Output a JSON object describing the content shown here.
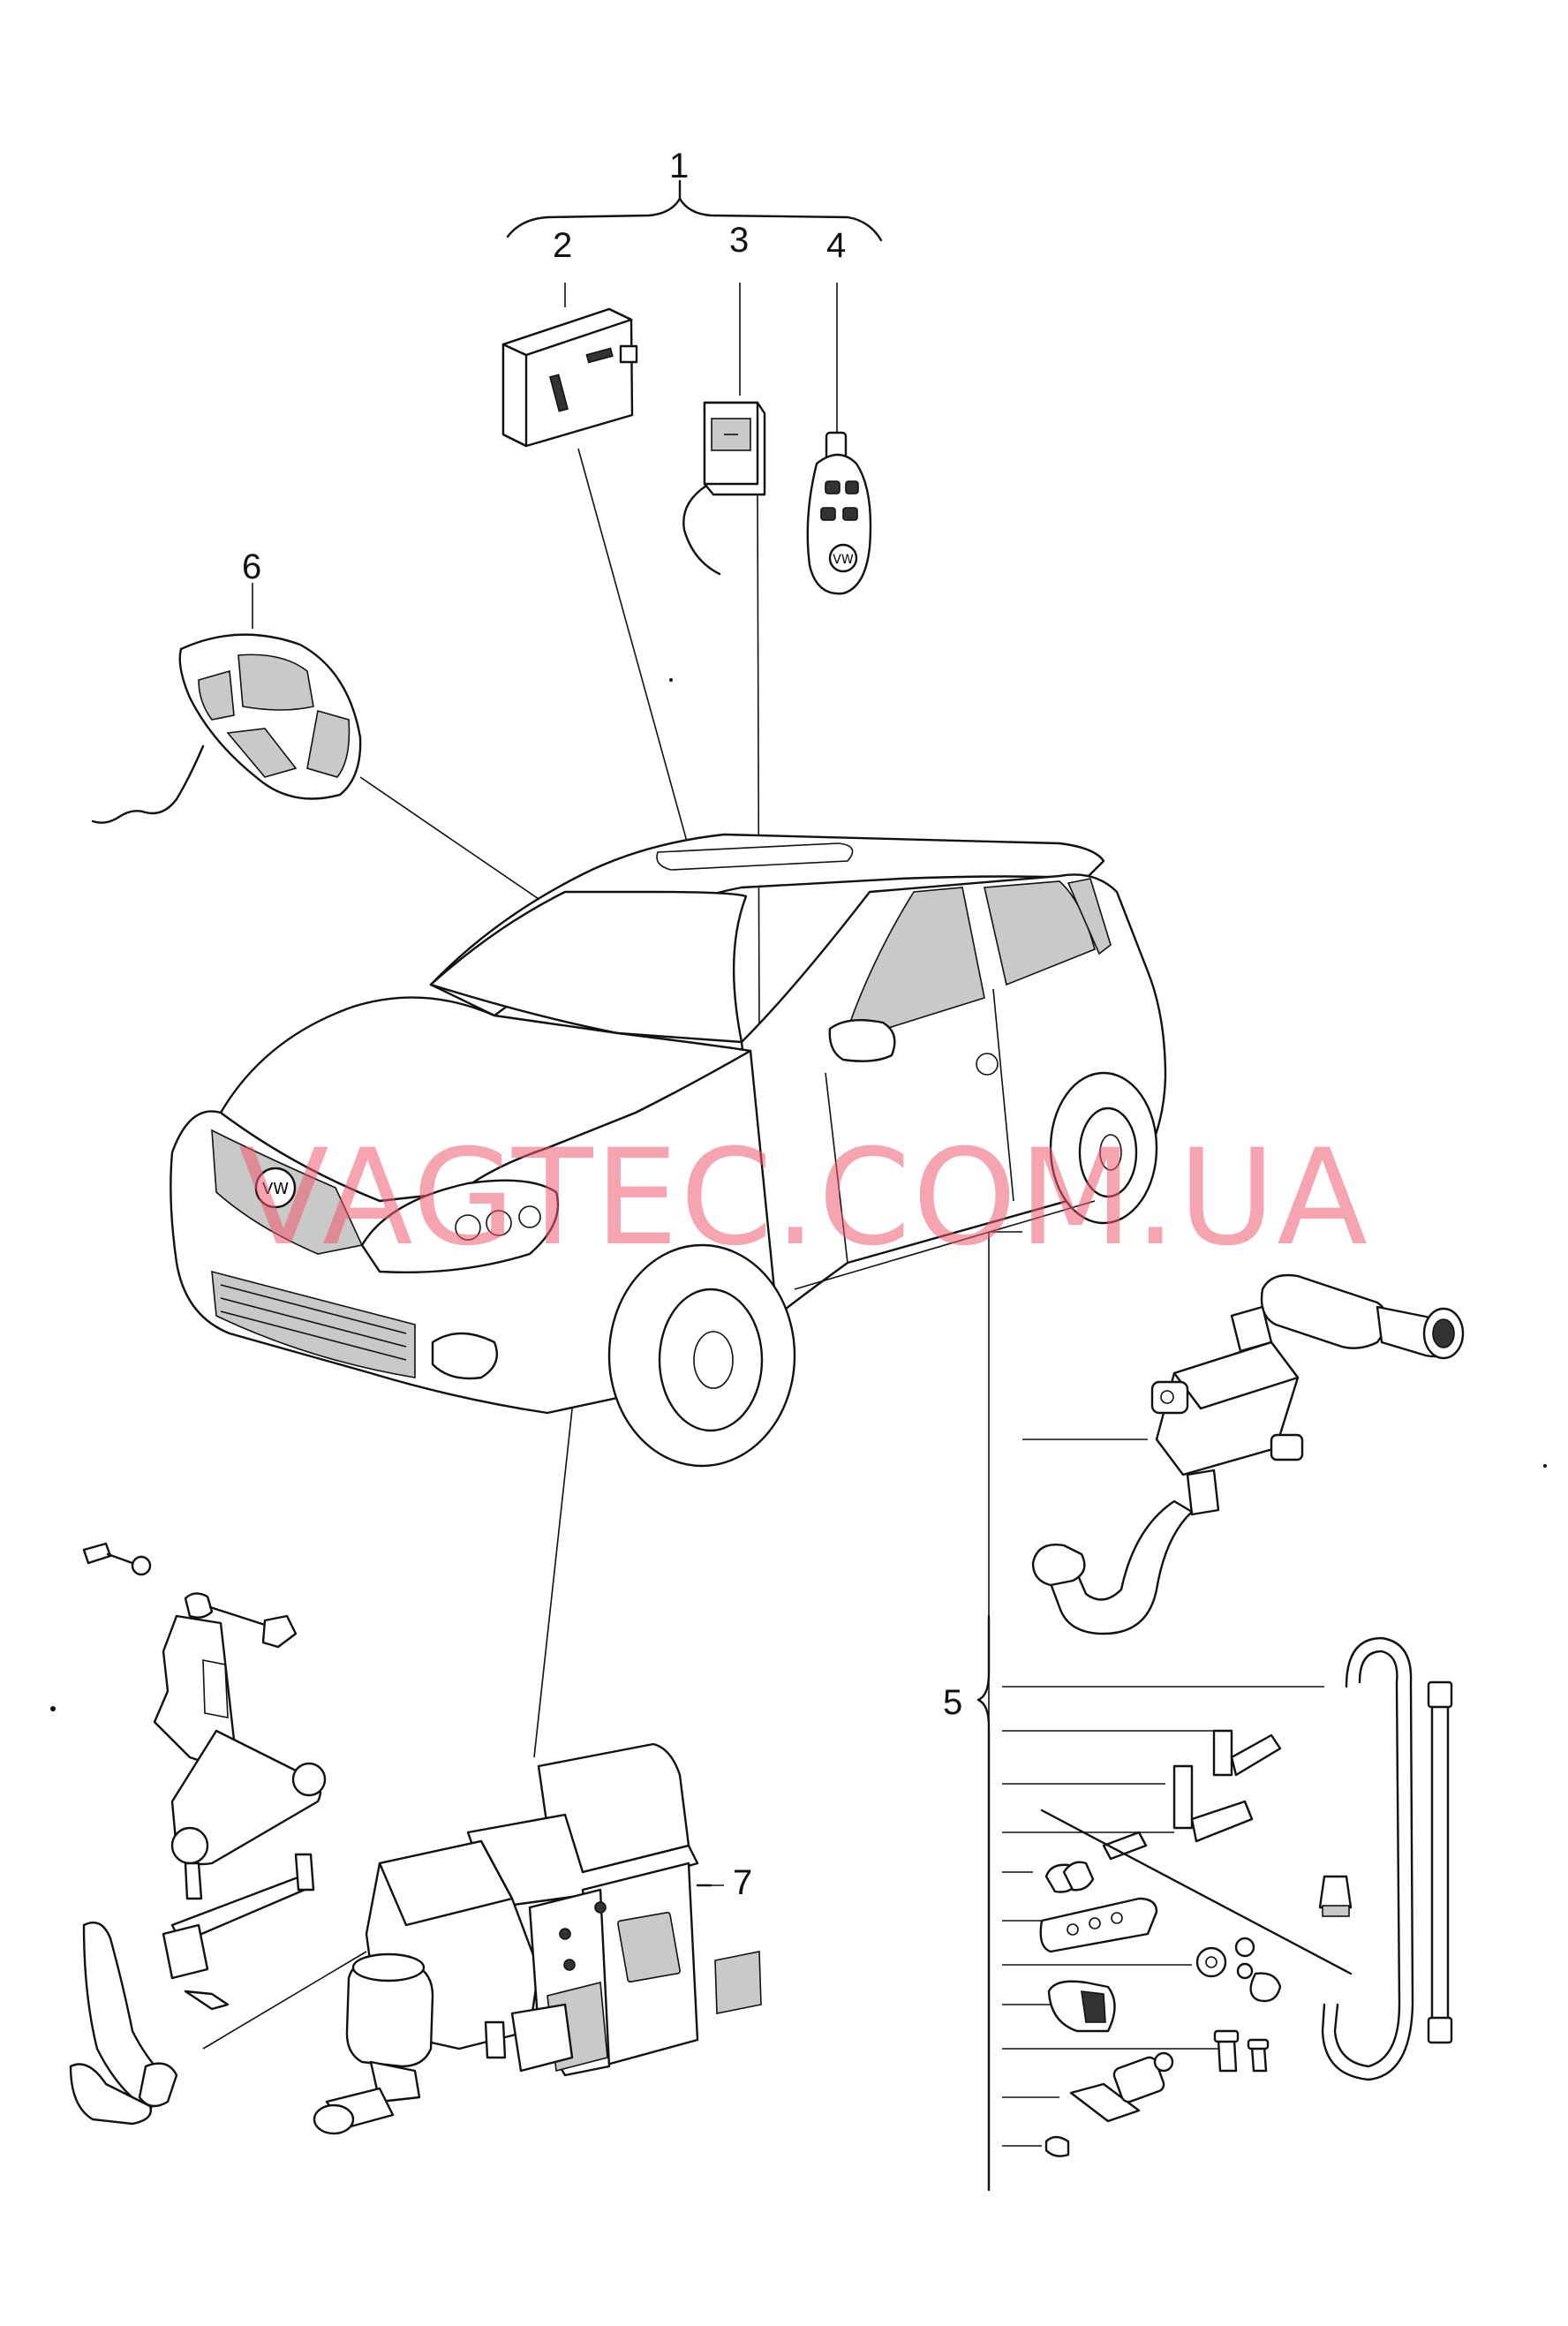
{
  "callouts": {
    "n1": "1",
    "n2": "2",
    "n3": "3",
    "n4": "4",
    "n5": "5",
    "n6": "6",
    "n7": "7"
  },
  "watermark": {
    "text": "VAGTEC.COM.UA",
    "color": "#f05a6e"
  },
  "icons": [
    "car-illustration",
    "control-unit-icon",
    "receiver-module-icon",
    "remote-key-icon",
    "antenna-icon",
    "heater-unit-icon",
    "hose-icon",
    "bracket-icon",
    "fastener-icon"
  ]
}
